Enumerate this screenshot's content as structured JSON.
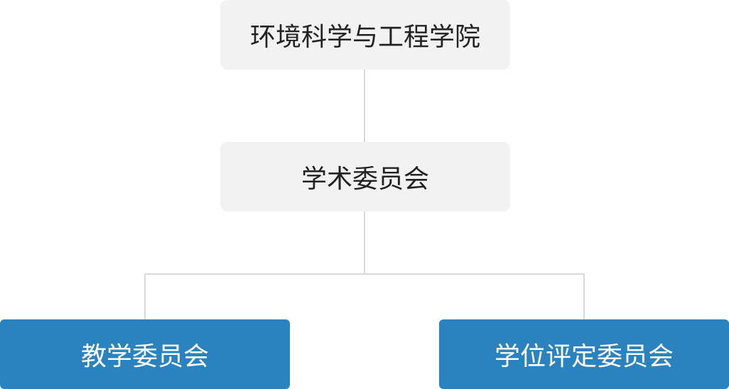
{
  "org_chart": {
    "root": {
      "label": "环境科学与工程学院"
    },
    "level2": {
      "label": "学术委员会"
    },
    "children": [
      {
        "label": "教学委员会"
      },
      {
        "label": "学位评定委员会"
      }
    ]
  },
  "colors": {
    "light_node_bg": "#f2f2f2",
    "light_node_text": "#222222",
    "blue_node_bg": "#2a82bf",
    "blue_node_text": "#ffffff",
    "connector": "#d9d9d9"
  }
}
